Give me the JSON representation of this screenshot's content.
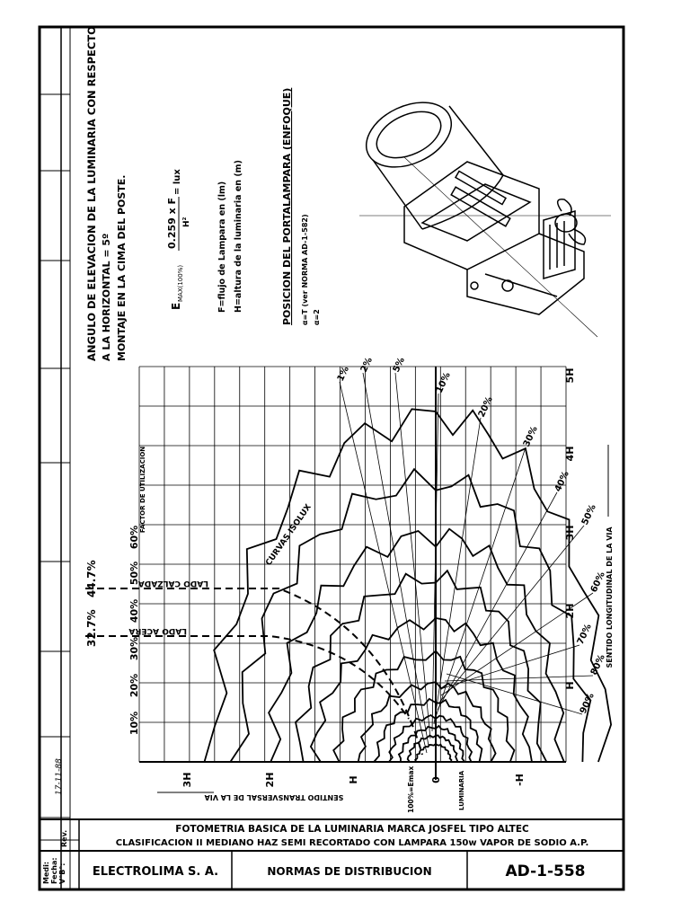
{
  "title_block": {
    "line1": "FOTOMETRIA BASICA DE LA LUMINARIA MARCA JOSFEL TIPO ALTEC",
    "line2": "CLASIFICACION II MEDIANO HAZ SEMI RECORTADO CON LAMPARA 150w VAPOR DE SODIO A.P.",
    "company": "ELECTROLIMA S. A.",
    "standard": "NORMAS DE DISTRIBUCION",
    "code": "AD-1-558"
  },
  "side_block": {
    "labels": [
      "Medi:",
      "Fecha:",
      "V°B°:"
    ],
    "rev_label": "Rev.",
    "date_handwritten": "17-11-88"
  },
  "notes": {
    "elevation_line1": "ANGULO DE ELEVACION DE LA LUMINARIA CON RESPECTO",
    "elevation_line2": "A LA HORIZONTAL = 5º",
    "mounting": "MONTAJE EN LA CIMA DEL POSTE.",
    "formula_lhs": "E",
    "formula_sub": "MAX(100%)",
    "formula_num": "0.259 x F",
    "formula_den": "H²",
    "formula_unit": "= lux",
    "flux": "F=flujo de Lampara en (lm)",
    "height": "H=altura de la luminaria en (m)",
    "position_title": "POSICION DEL PORTALAMPARA (ENFOQUE)",
    "position_line1": "α=T  (ver NORMA AD-1-582)",
    "position_line2": "α=2"
  },
  "chart": {
    "transversal_ticks": [
      "3H",
      "2H",
      "H",
      "0",
      "-H"
    ],
    "longitudinal_ticks": [
      "H",
      "2H",
      "3H",
      "4H",
      "5H"
    ],
    "utilization_ticks": [
      "10%",
      "20%",
      "30%",
      "40%",
      "50%",
      "60%"
    ],
    "utilization_title": "FACTOR DE UTILIZACION",
    "percent_lada_acera": "32.7%",
    "percent_lado_calzada": "44.7%",
    "label_lado_acera": "LADO ACERA",
    "label_lado_calzada": "LADO CALZADA",
    "label_isolux": "CURVAS ISOLUX",
    "label_transversal": "SENTIDO TRANSVERSAL DE LA VIA",
    "label_longitudinal": "SENTIDO LONGITUDINAL DE LA VIA",
    "label_emax": "100%=Emax",
    "label_luminaria": "LUMINARIA",
    "isolux_labels": [
      "1%",
      "2%",
      "5%",
      "10%",
      "20%",
      "30%",
      "40%",
      "50%",
      "60%",
      "70%",
      "80%",
      "90%"
    ]
  }
}
